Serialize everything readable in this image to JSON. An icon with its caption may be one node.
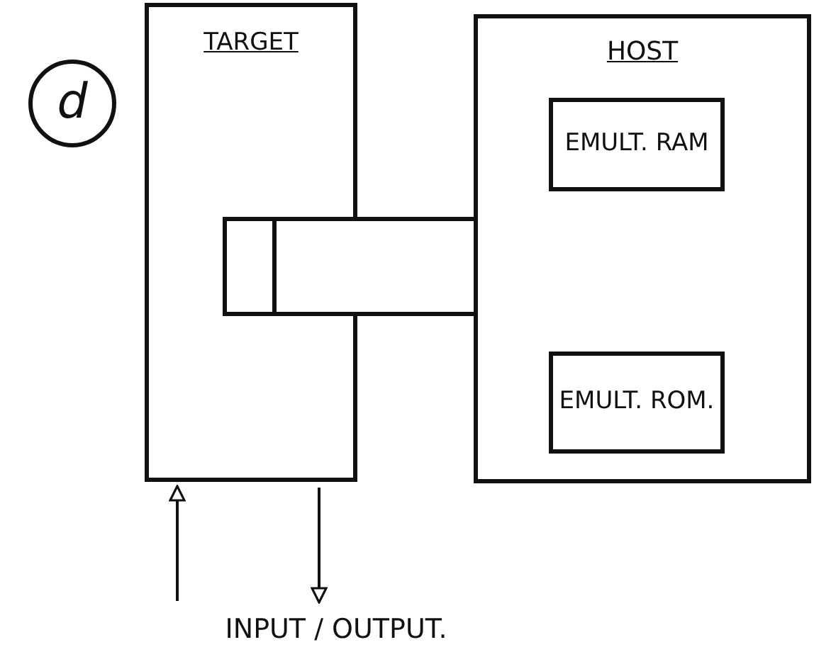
{
  "diagram": {
    "nodes": [
      {
        "text": [
          "d"
        ]
      },
      {
        "text": [
          "TARGET"
        ]
      },
      {
        "text": [
          "HOST"
        ]
      },
      {
        "text": [
          "EMULT. RAM"
        ],
        "in": 2
      },
      {
        "text": [
          "EMULT. ROM."
        ],
        "in": 2
      },
      {
        "text": [],
        "shape": "box"
      },
      {
        "text": [
          "INPUT / OUTPUT."
        ]
      }
    ],
    "edges": [
      {
        "from": 6,
        "to": 1,
        "arrow": "to"
      },
      {
        "from": 1,
        "to": 6,
        "arrow": "to"
      }
    ]
  }
}
